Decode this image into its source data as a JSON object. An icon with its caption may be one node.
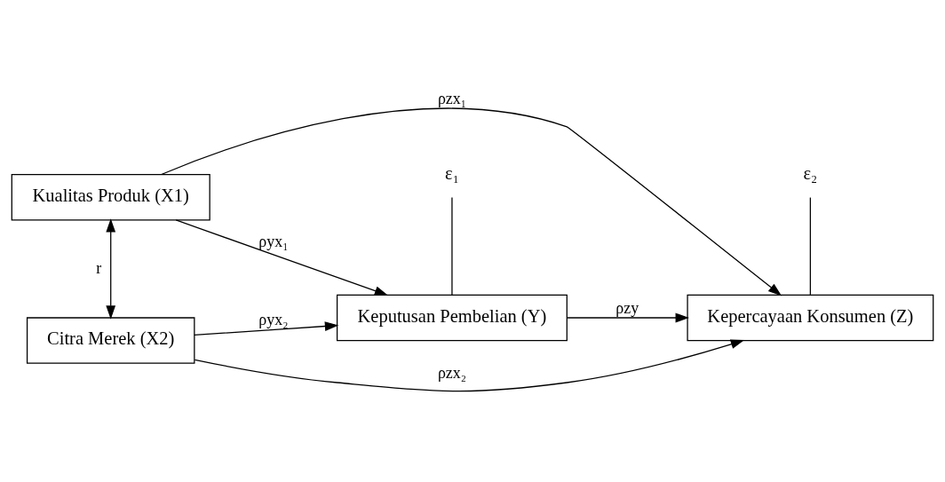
{
  "diagram": {
    "nodes": [
      {
        "text": [
          "ε₁"
        ]
      },
      {
        "text": [
          "ε₂"
        ]
      },
      {
        "text": [
          "Kualitas Produk (X1)"
        ]
      },
      {
        "text": [
          "Keputusan Pembelian (Y)"
        ]
      },
      {
        "text": [
          "Kepercayaan Konsumen (Z)"
        ]
      },
      {
        "text": [
          "Citra Merek (X2)"
        ]
      }
    ],
    "edges": [
      {
        "from": 2,
        "to": 4,
        "arrow": "to",
        "label": "ρzx₁"
      },
      {
        "from": 0,
        "to": 3,
        "arrow": "none"
      },
      {
        "from": 1,
        "to": 4,
        "arrow": "none"
      },
      {
        "from": 2,
        "to": 3,
        "arrow": "to",
        "label": "ρyx₁"
      },
      {
        "from": 2,
        "to": 5,
        "arrow": "both",
        "label": "r"
      },
      {
        "from": 3,
        "to": 4,
        "arrow": "to",
        "label": "ρzy"
      },
      {
        "from": 5,
        "to": 3,
        "arrow": "to",
        "label": "ρyx₂"
      },
      {
        "from": 5,
        "to": 4,
        "arrow": "to",
        "label": "ρzx₂"
      }
    ]
  }
}
